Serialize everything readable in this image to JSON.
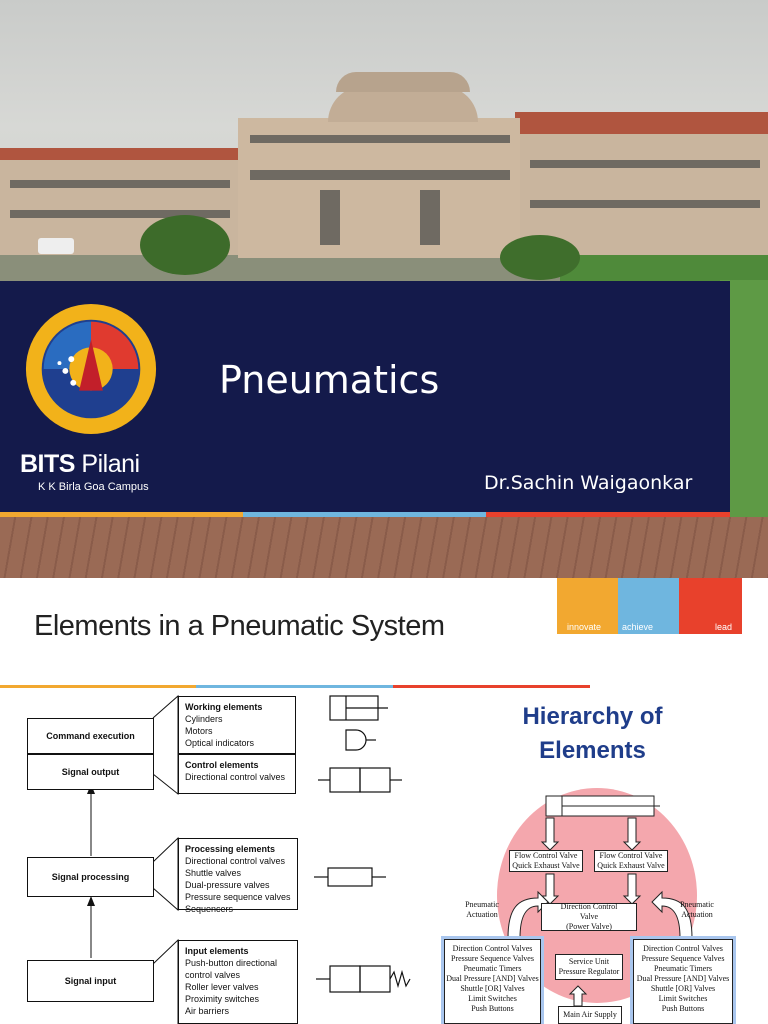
{
  "slide1": {
    "title": "Pneumatics",
    "author": "Dr.Sachin Waigaonkar",
    "brand_bold": "BITS",
    "brand_light": "Pilani",
    "campus": "K K Birla Goa Campus",
    "colors": {
      "banner": "#141a4b",
      "orange": "#f2a830",
      "blue": "#6fb6df",
      "red": "#e8412c"
    }
  },
  "slide2": {
    "title": "Elements in a Pneumatic System",
    "tags": [
      "innovate",
      "achieve",
      "lead"
    ],
    "flow": {
      "command": "Command execution",
      "output": "Signal output",
      "processing": "Signal processing",
      "input": "Signal input"
    },
    "groups": [
      {
        "heading": "Working elements",
        "items": [
          "Cylinders",
          "Motors",
          "Optical indicators"
        ]
      },
      {
        "heading": "Control elements",
        "items": [
          "Directional control valves"
        ]
      },
      {
        "heading": "Processing elements",
        "items": [
          "Directional control valves",
          "Shuttle valves",
          "Dual-pressure valves",
          "Pressure sequence valves",
          "Sequencers"
        ]
      },
      {
        "heading": "Input elements",
        "items": [
          "Push-button directional",
          "control valves",
          "Roller lever valves",
          "Proximity switches",
          "Air barriers"
        ]
      }
    ],
    "hierarchy": {
      "title_line1": "Hierarchy of",
      "title_line2": "Elements",
      "flow_left": [
        "Flow Control Valve",
        "Quick Exhaust Valve"
      ],
      "flow_right": [
        "Flow Control Valve",
        "Quick Exhaust Valve"
      ],
      "dcv": [
        "Direction Control",
        "Valve",
        "(Power Valve)"
      ],
      "actuation_left": [
        "Pneumatic",
        "Actuation"
      ],
      "actuation_right": [
        "Pneumatic",
        "Actuation"
      ],
      "list_left": [
        "Direction Control Valves",
        "Pressure Sequence Valves",
        "Pneumatic Timers",
        "Dual Pressure [AND] Valves",
        "Shuttle [OR] Valves",
        "Limit Switches",
        "Push Buttons"
      ],
      "list_right": [
        "Direction Control Valves",
        "Pressure Sequence Valves",
        "Pneumatic Timers",
        "Dual Pressure [AND] Valves",
        "Shuttle [OR] Valves",
        "Limit Switches",
        "Push Buttons"
      ],
      "service": [
        "Service Unit",
        "Pressure Regulator"
      ],
      "supply": "Main Air Supply"
    }
  }
}
